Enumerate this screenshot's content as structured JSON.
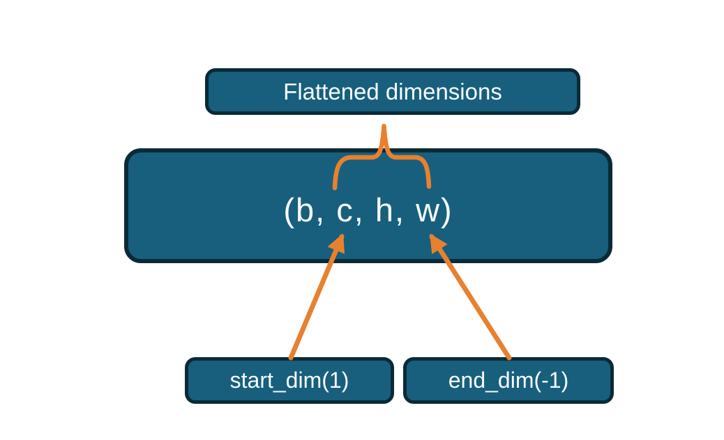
{
  "diagram": {
    "boxes": {
      "flattened": {
        "label": "Flattened dimensions"
      },
      "tensor": {
        "label": "(b, c, h, w)"
      },
      "start_dim": {
        "label": "start_dim(1)"
      },
      "end_dim": {
        "label": "end_dim(-1)"
      }
    },
    "connectors": {
      "brace": "curly-brace-up",
      "start_arrow": "arrow-up-right",
      "end_arrow": "arrow-up-left"
    },
    "colors": {
      "box_fill": "#175F7D",
      "box_border": "#0A2A36",
      "accent_orange": "#E8812F",
      "text": "#F8FBFC",
      "background": "#FFFFFF"
    }
  }
}
